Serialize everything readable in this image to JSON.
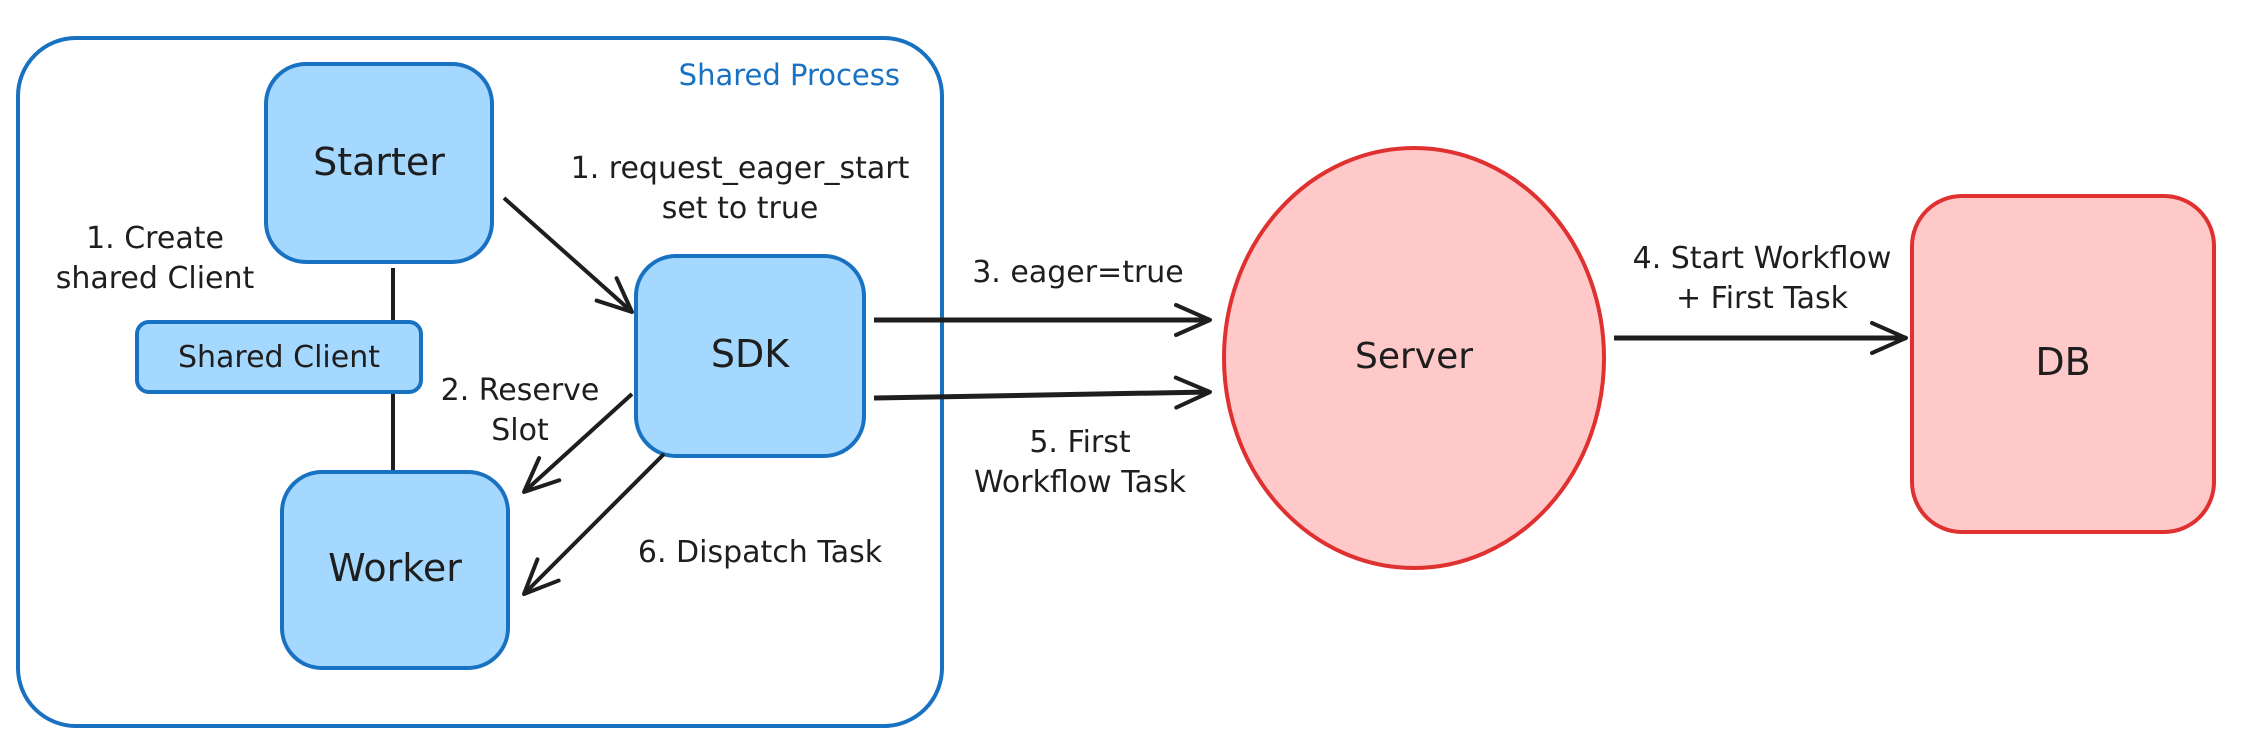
{
  "diagram": {
    "group_label": "Shared Process",
    "nodes": {
      "starter": "Starter",
      "sdk": "SDK",
      "shared_client": "Shared Client",
      "worker": "Worker",
      "server": "Server",
      "db": "DB"
    },
    "edge_labels": {
      "create_client_l1": "1. Create",
      "create_client_l2": "shared Client",
      "request_eager_l1": "1. request_eager_start",
      "request_eager_l2": "set to true",
      "reserve_slot_l1": "2. Reserve",
      "reserve_slot_l2": "Slot",
      "eager_true": "3. eager=true",
      "start_workflow_l1": "4. Start Workflow",
      "start_workflow_l2": "+ First Task",
      "first_task_l1": "5. First",
      "first_task_l2": "Workflow Task",
      "dispatch_task": "6. Dispatch Task"
    },
    "colors": {
      "group_stroke": "#1971c2",
      "process_fill": "#a5d8ff",
      "external_fill": "#ffc9c9",
      "external_stroke": "#e03131",
      "arrow": "#1e1e1e"
    }
  }
}
